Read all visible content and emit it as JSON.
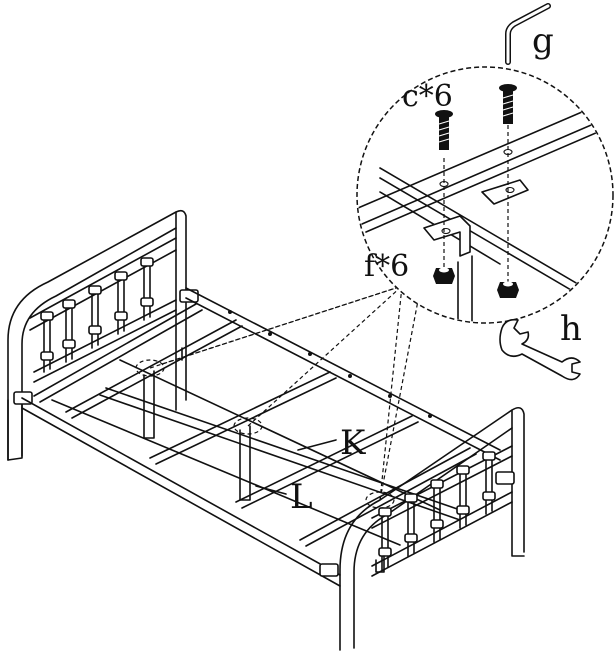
{
  "parts": {
    "allen_key": {
      "letter": "g",
      "icon": "allen-key-icon"
    },
    "bolts": {
      "label": "c*6",
      "icon": "bolt-icon"
    },
    "nuts": {
      "label": "f*6",
      "icon": "nut-icon"
    },
    "wrench": {
      "letter": "h",
      "icon": "wrench-icon"
    },
    "side_rail": {
      "letter": "K"
    },
    "support_leg": {
      "letter": "L"
    }
  }
}
